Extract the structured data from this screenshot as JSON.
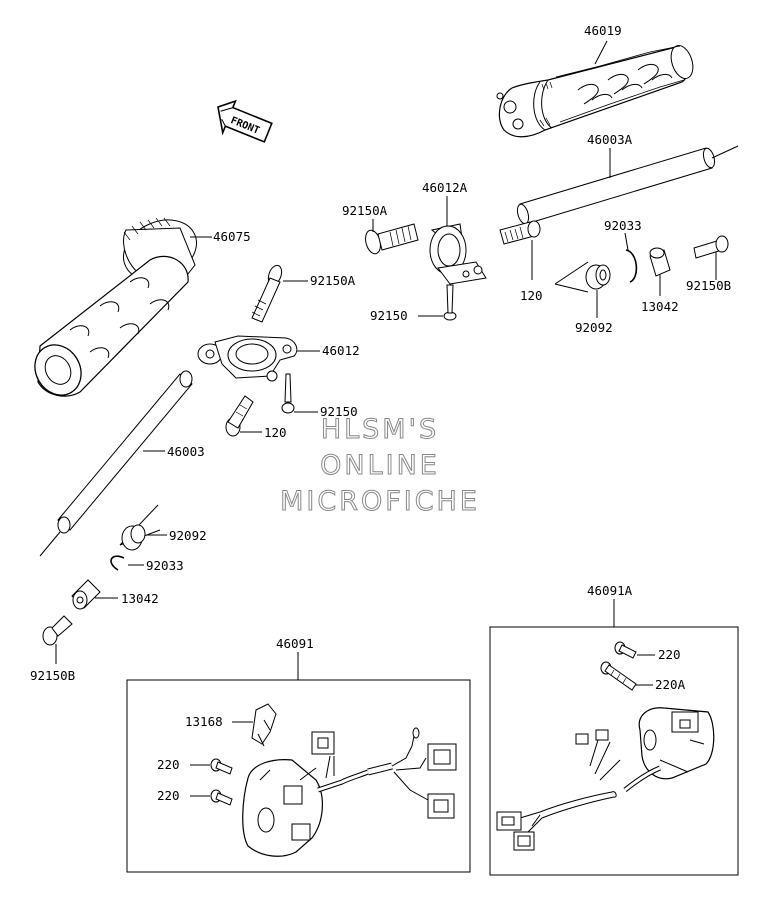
{
  "parts": {
    "p46019": "46019",
    "p46003A": "46003A",
    "p46012A": "46012A",
    "p92150A_top": "92150A",
    "p92033_top": "92033",
    "p46075": "46075",
    "p92150A_mid": "92150A",
    "p120_top": "120",
    "p92150_top": "92150",
    "p92092_top": "92092",
    "p13042_top": "13042",
    "p92150B_top": "92150B",
    "p46012": "46012",
    "p92150_mid": "92150",
    "p120_mid": "120",
    "p46003": "46003",
    "p92092_bot": "92092",
    "p92033_bot": "92033",
    "p13042_bot": "13042",
    "p92150B_bot": "92150B",
    "p46091A": "46091A",
    "p220_a": "220",
    "p220A": "220A",
    "p46091": "46091",
    "p13168": "13168",
    "p220_b": "220",
    "p220_c": "220"
  },
  "front_label": "FRONT",
  "watermark": [
    "HLSM'S",
    "ONLINE",
    "MICROFICHE"
  ]
}
